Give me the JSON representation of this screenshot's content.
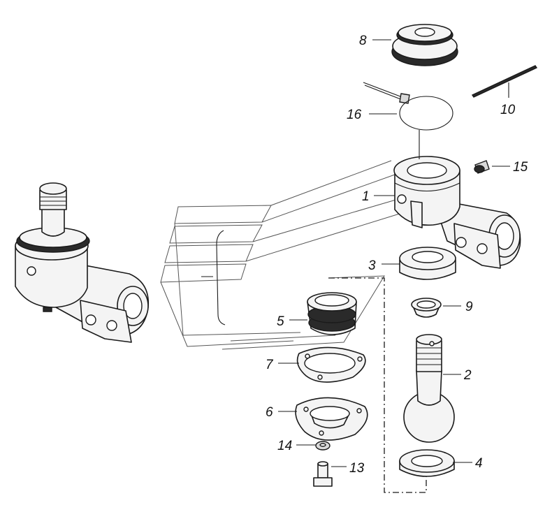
{
  "callouts": {
    "c1": "1",
    "c2": "2",
    "c3": "3",
    "c4": "4",
    "c5": "5",
    "c6": "6",
    "c7": "7",
    "c8": "8",
    "c9": "9",
    "c10": "10",
    "c13": "13",
    "c14": "14",
    "c15": "15",
    "c16": "16"
  }
}
